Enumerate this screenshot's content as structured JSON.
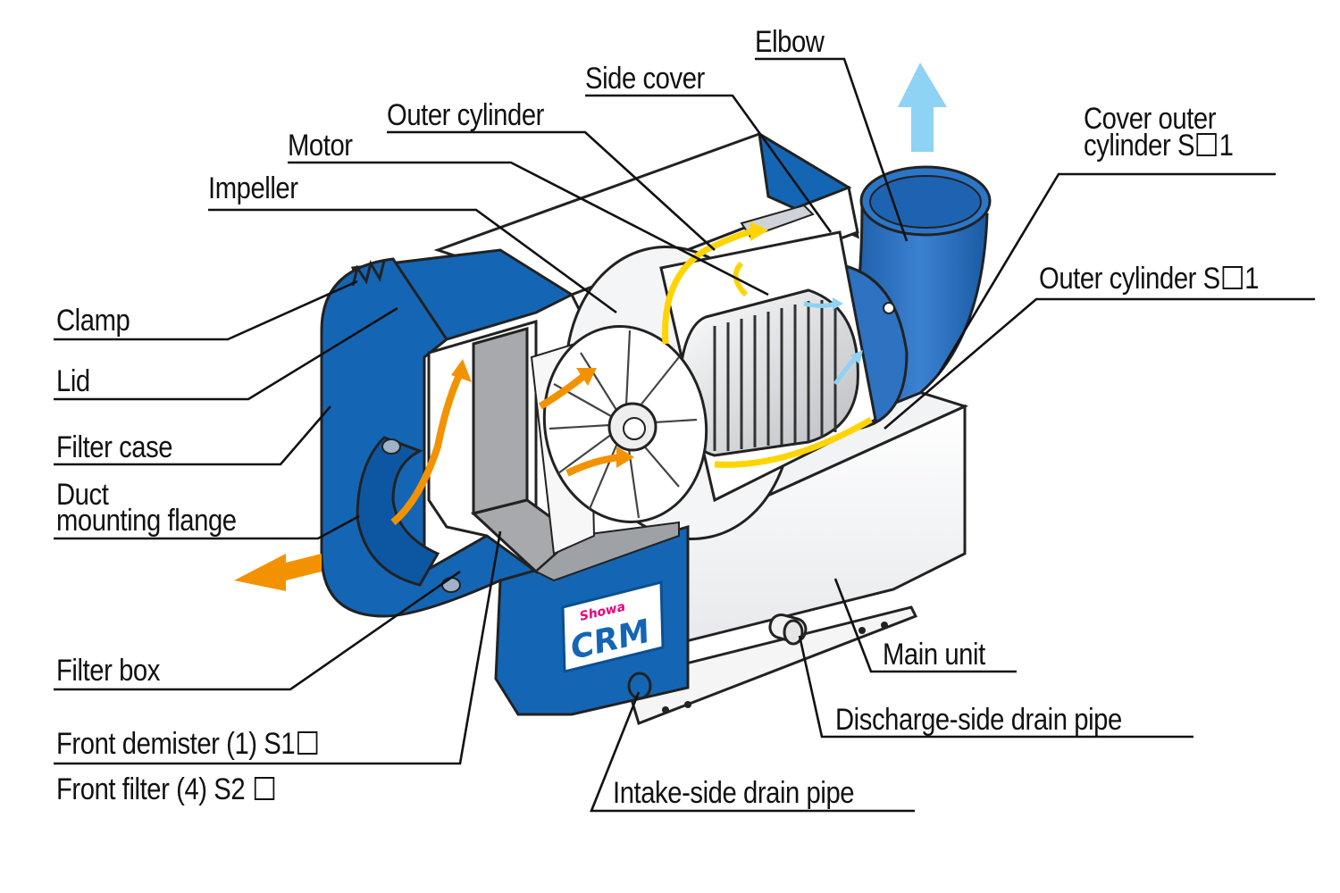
{
  "diagram": {
    "brand": {
      "small": "Showa",
      "big": "CRM"
    },
    "colors": {
      "case_blue": "#1466b4",
      "case_dark": "#0c4f93",
      "elbow_blue": "#2d6fc0",
      "airflow_orange": "#f39200",
      "airflow_yellow": "#ffd400",
      "airflow_light_blue": "#8ed2f4",
      "filter_gray": "#a7a9ac"
    },
    "labels": {
      "elbow": "Elbow",
      "side_cover": "Side cover",
      "outer_cylinder": "Outer cylinder",
      "motor": "Motor",
      "impeller": "Impeller",
      "cover_outer_cylinder_l1": "Cover outer",
      "cover_outer_cylinder_l2": "cylinder S",
      "cover_outer_cylinder_suffix": "1",
      "outer_cylinder_s": "Outer cylinder S",
      "outer_cylinder_s_suffix": "1",
      "clamp": "Clamp",
      "lid": "Lid",
      "filter_case": "Filter case",
      "duct_flange_l1": "Duct",
      "duct_flange_l2": "mounting flange",
      "filter_box": "Filter box",
      "front_demister": "Front demister (1) S1",
      "front_filter": "Front filter (4) S2 ",
      "main_unit": "Main unit",
      "discharge_drain": "Discharge-side drain pipe",
      "intake_drain": "Intake-side drain pipe"
    }
  }
}
